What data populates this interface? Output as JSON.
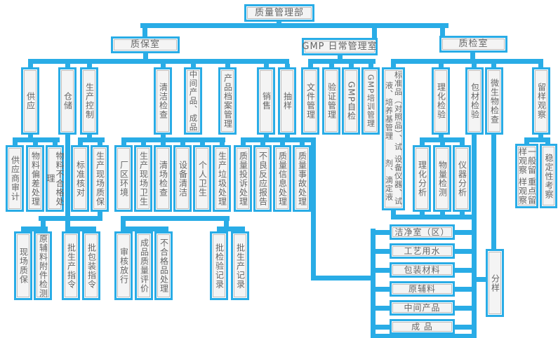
{
  "palette": {
    "line_color": "#29ace6",
    "box_fill": "#f4f4f4",
    "box_inner_border": "#bdbdbd",
    "text_color": "#666666",
    "background": "#ffffff"
  },
  "nodes": [
    {
      "id": "quality-management-dept",
      "label": "质量管理部"
    },
    {
      "id": "qa-office",
      "label": "质保室"
    },
    {
      "id": "gmp-daily-management-office",
      "label": "GMP 日常管理室"
    },
    {
      "id": "qc-office",
      "label": "质检室"
    },
    {
      "id": "supply",
      "label": "供应"
    },
    {
      "id": "warehouse",
      "label": "仓储"
    },
    {
      "id": "production-control",
      "label": "生产控制"
    },
    {
      "id": "cleaning-inspection",
      "label": "清洁检查"
    },
    {
      "id": "intermediate-finished-products",
      "label": "中间产品、成品"
    },
    {
      "id": "product-archive-management",
      "label": "产品档案管理"
    },
    {
      "id": "sales",
      "label": "销售"
    },
    {
      "id": "sampling",
      "label": "抽样"
    },
    {
      "id": "document-management",
      "label": "文件管理"
    },
    {
      "id": "validation-management",
      "label": "验证管理"
    },
    {
      "id": "gmp-self-inspection",
      "label": "GMP自检"
    },
    {
      "id": "gmp-training-management",
      "label": "GMP培训管理"
    },
    {
      "id": "standards-reagents-management",
      "labels": [
        "标准品（对照品）、试液、培养基管理",
        "设备仪器、试剂、滴定液"
      ]
    },
    {
      "id": "physchem-inspection",
      "label": "理化检验"
    },
    {
      "id": "packaging-material-inspection",
      "label": "包材检验"
    },
    {
      "id": "microbial-inspection",
      "label": "微生物检查"
    },
    {
      "id": "retained-sample-observation",
      "label": "留样观察"
    },
    {
      "id": "supplier-audit",
      "label": "供应商审计"
    },
    {
      "id": "material-deviation-handling",
      "label": "物料偏差处理"
    },
    {
      "id": "material-nonconforming-handling",
      "label": "物料不合格处理"
    },
    {
      "id": "standard-check",
      "label": "标准核对"
    },
    {
      "id": "production-site-qa",
      "label": "生产现场质保"
    },
    {
      "id": "plant-environment",
      "label": "厂区环境"
    },
    {
      "id": "production-site-hygiene",
      "label": "生产现场卫生"
    },
    {
      "id": "site-clearance-check",
      "label": "清场检查"
    },
    {
      "id": "equipment-cleaning",
      "label": "设备清洁"
    },
    {
      "id": "personal-hygiene",
      "label": "个人卫生"
    },
    {
      "id": "production-waste-disposal",
      "label": "生产垃圾处理"
    },
    {
      "id": "quality-complaint-handling",
      "label": "质量投诉处理"
    },
    {
      "id": "adverse-reaction-report",
      "label": "不良反应报告"
    },
    {
      "id": "quality-info-handling",
      "label": "质量信息处理"
    },
    {
      "id": "quality-accident-handling",
      "label": "质量事故处理"
    },
    {
      "id": "physchem-analysis",
      "label": "理化分析"
    },
    {
      "id": "quantity-testing",
      "label": "物量检测"
    },
    {
      "id": "instrument-analysis",
      "label": "仪器分析"
    },
    {
      "id": "retained-observation-types",
      "labels": [
        "一般留样观察",
        "重点留样观察"
      ]
    },
    {
      "id": "stability-study",
      "label": "稳定性考察"
    },
    {
      "id": "site-qa",
      "label": "现场质保"
    },
    {
      "id": "raw-material-accessory-testing",
      "label": "原辅料附件检测"
    },
    {
      "id": "batch-production-order",
      "label": "批生产指令"
    },
    {
      "id": "batch-packaging-order",
      "label": "批包装指令"
    },
    {
      "id": "review-release",
      "label": "审核放行"
    },
    {
      "id": "finished-product-quality-evaluation",
      "label": "成品质量评价"
    },
    {
      "id": "nonconforming-product-handling",
      "label": "不合格品处理"
    },
    {
      "id": "batch-inspection-record",
      "label": "批检验记录"
    },
    {
      "id": "batch-production-record",
      "label": "批生产记录"
    },
    {
      "id": "clean-room-area",
      "label": "洁净室（区）"
    },
    {
      "id": "process-water",
      "label": "工艺用水"
    },
    {
      "id": "packaging-materials",
      "label": "包装材料"
    },
    {
      "id": "raw-auxiliary-materials",
      "label": "原辅料"
    },
    {
      "id": "intermediate-product",
      "label": "中间产品"
    },
    {
      "id": "finished-product",
      "label": "成 品"
    },
    {
      "id": "sample-division",
      "label": "分样"
    }
  ]
}
